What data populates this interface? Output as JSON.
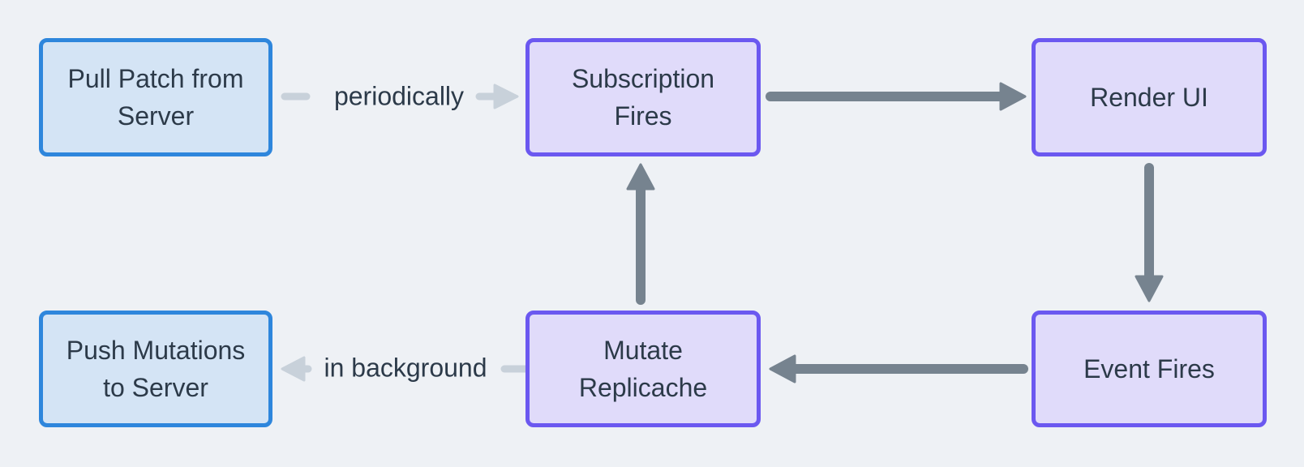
{
  "nodes": {
    "pull_patch": {
      "label": "Pull Patch from Server",
      "style": "blue"
    },
    "subscription_fires": {
      "label": "Subscription Fires",
      "style": "purple"
    },
    "render_ui": {
      "label": "Render UI",
      "style": "purple"
    },
    "push_mutations": {
      "label": "Push Mutations to Server",
      "style": "blue"
    },
    "mutate_replicache": {
      "label": "Mutate Replicache",
      "style": "purple"
    },
    "event_fires": {
      "label": "Event Fires",
      "style": "purple"
    }
  },
  "edge_labels": {
    "periodically": "periodically",
    "in_background": "in background"
  },
  "edges": [
    {
      "from": "Pull Patch from Server",
      "to": "Subscription Fires",
      "label": "periodically",
      "style": "light",
      "direction": "right"
    },
    {
      "from": "Subscription Fires",
      "to": "Render UI",
      "label": "",
      "style": "dark",
      "direction": "right"
    },
    {
      "from": "Render UI",
      "to": "Event Fires",
      "label": "",
      "style": "dark",
      "direction": "down"
    },
    {
      "from": "Event Fires",
      "to": "Mutate Replicache",
      "label": "",
      "style": "dark",
      "direction": "left"
    },
    {
      "from": "Mutate Replicache",
      "to": "Subscription Fires",
      "label": "",
      "style": "dark",
      "direction": "up"
    },
    {
      "from": "Mutate Replicache",
      "to": "Push Mutations to Server",
      "label": "in background",
      "style": "light",
      "direction": "left"
    }
  ],
  "colors": {
    "background": "#eef1f5",
    "blue_node_fill": "#d4e4f5",
    "blue_node_border": "#2e86dc",
    "purple_node_fill": "#e0dbfa",
    "purple_node_border": "#6b58f0",
    "dark_arrow": "#76838f",
    "light_arrow": "#c8d1da",
    "text": "#2c3a49"
  }
}
